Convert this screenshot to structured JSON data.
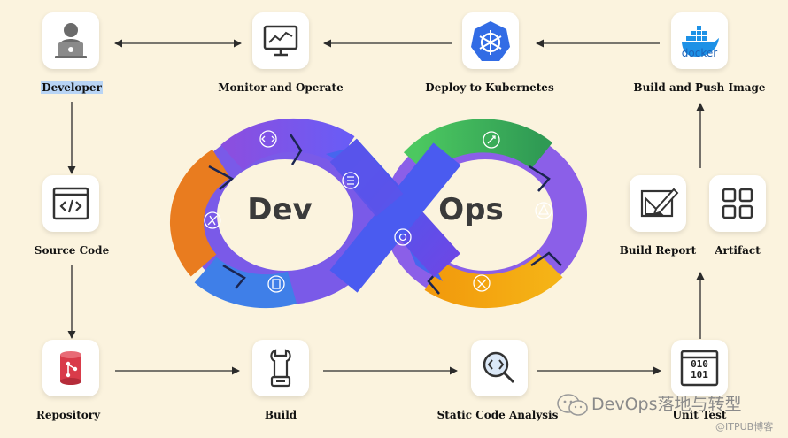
{
  "nodes": {
    "developer": "Developer",
    "monitor": "Monitor and Operate",
    "deploy": "Deploy to Kubernetes",
    "build_push": "Build and Push Image",
    "source_code": "Source Code",
    "build_report": "Build Report",
    "artifact": "Artifact",
    "repository": "Repository",
    "build": "Build",
    "static_analysis": "Static Code Analysis",
    "unit_test": "Unit Test"
  },
  "center": {
    "left_word": "Dev",
    "right_word": "Ops"
  },
  "icons": {
    "docker_text": "docker",
    "unit_test_line1": "010",
    "unit_test_line2": "101"
  },
  "watermark": {
    "primary": "DevOps落地与转型",
    "secondary": "@ITPUB博客"
  },
  "colors": {
    "background": "#fbf3de",
    "kubernetes": "#326ce5",
    "docker": "#1d91e6",
    "repository": "#d93b4a"
  }
}
